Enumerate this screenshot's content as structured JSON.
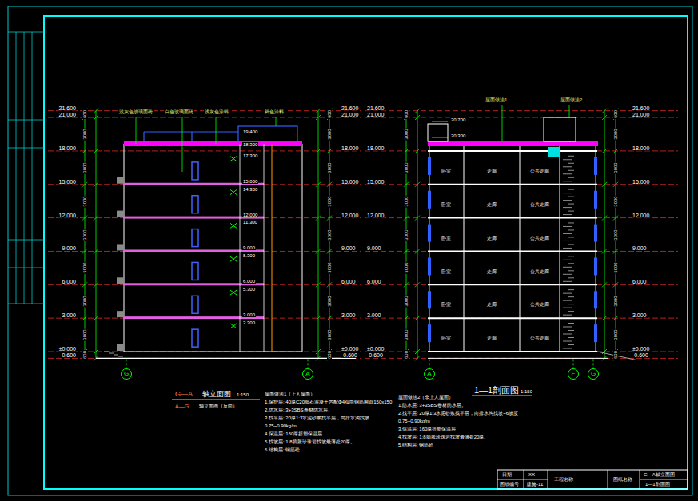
{
  "diagram": {
    "nodes": [
      {
        "text": [
          "G"
        ]
      },
      {
        "text": [
          "A"
        ]
      },
      {
        "text": [
          "A"
        ]
      },
      {
        "text": [
          "F"
        ]
      },
      {
        "text": [
          "G"
        ]
      }
    ],
    "labels": [
      "21.600",
      "21.000",
      "18.000",
      "15.000",
      "12.000",
      "9.000",
      "6.000",
      "3.000",
      "±0.000",
      "-0.600",
      "600",
      "3000",
      "3000",
      "3000",
      "3000",
      "3000",
      "3000",
      "3000",
      "600",
      "600",
      "3000",
      "3000",
      "3000",
      "3000",
      "3000",
      "3000",
      "3000",
      "600",
      "21.600",
      "21.000",
      "18.000",
      "15.000",
      "12.000",
      "9.000",
      "6.000",
      "3.000",
      "±0.000",
      "-0.600",
      "19.400",
      "18.300",
      "17.300",
      "15.000",
      "14.300",
      "12.000",
      "11.300",
      "9.000",
      "8.300",
      "6.000",
      "5.300",
      "3.000",
      "2.300",
      "浅灰色玻璃面砖",
      "白色玻璃面砖",
      "浅灰色涂料",
      "褐色涂料",
      "G—A",
      "轴立面图",
      "1:150",
      "A—G",
      "轴立面图（反向）",
      "20.700",
      "20.300",
      "屋面做法1",
      "屋面做法2",
      "21.600",
      "21.000",
      "18.000",
      "15.000",
      "12.000",
      "9.000",
      "6.000",
      "3.000",
      "±0.000",
      "-0.600",
      "600",
      "3000",
      "3000",
      "3000",
      "3000",
      "3000",
      "3000",
      "3000",
      "600",
      "600",
      "3000",
      "3000",
      "3000",
      "3000",
      "3000",
      "3000",
      "3000",
      "600",
      "21.600",
      "21.000",
      "18.000",
      "15.000",
      "12.000",
      "9.000",
      "6.000",
      "3.000",
      "±0.000",
      "-0.600",
      "卧室",
      "走廊",
      "公共走廊",
      "卧室",
      "走廊",
      "公共走廊",
      "卧室",
      "走廊",
      "公共走廊",
      "卧室",
      "走廊",
      "公共走廊",
      "卧室",
      "走廊",
      "公共走廊",
      "卧室",
      "走廊",
      "公共走廊",
      "1—1剖面图",
      "1:150",
      "屋面做法1（上人屋面）",
      "1.保护层: 40厚C20细石混凝土内配Φ4双向钢筋网@150x150",
      "2.防水层: 3+3SBS卷材防水层。",
      "3.找平层: 20厚1:3水泥砂浆找平层，向排水沟找坡",
      "0.75~0.90kg/m",
      "4.保温层: 160厚挤塑保温层",
      "5.找坡层: 1:8膨胀珍珠岩找坡最薄处20厚。",
      "6.结构层: 钢筋砼",
      "屋面做法2（非上人屋面）",
      "1.防水层: 3+3SBS卷材防水层。",
      "2.找平层: 20厚1:3水泥砂浆找平层，向排水沟找坡~6坡度",
      "0.75~0.90kg/m",
      "3.保温层: 160厚挤塑保温层",
      "4.找坡层: 1:8膨胀珍珠岩找坡最薄处20厚。",
      "5.结构层: 钢筋砼",
      "日期",
      "XX",
      "图纸编号",
      "建施-11",
      "工程名称",
      "图纸名称",
      "G—A轴立面图",
      "1—1剖面图"
    ]
  }
}
